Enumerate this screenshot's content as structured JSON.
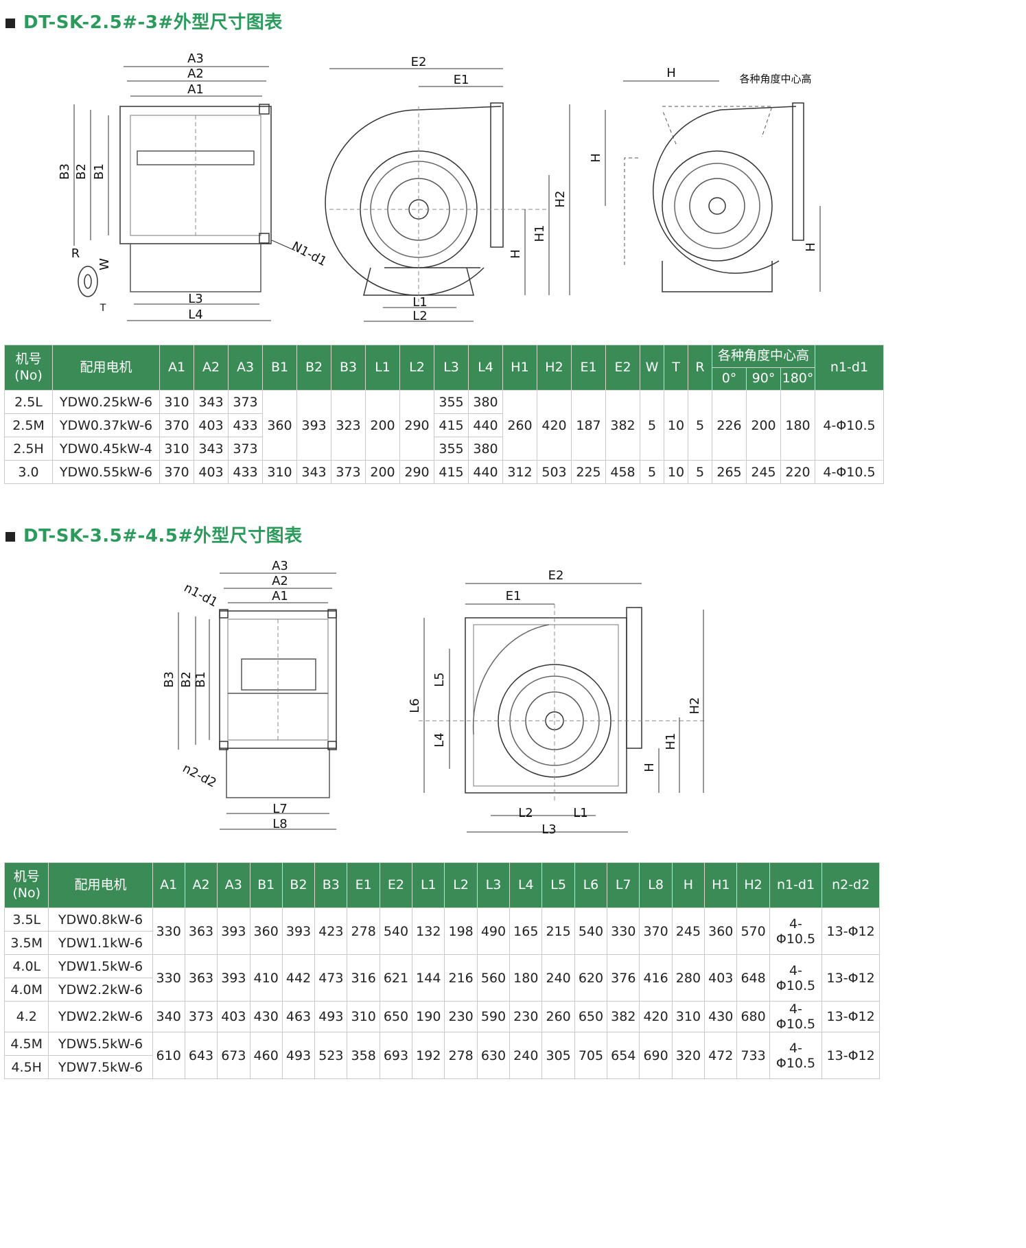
{
  "section1": {
    "title": "DT-SK-2.5#-3#外型尺寸图表",
    "drawing_labels": {
      "a3": "A3",
      "a2": "A2",
      "a1": "A1",
      "b3": "B3",
      "b2": "B2",
      "b1": "B1",
      "n1d1": "N1-d1",
      "r": "R",
      "w": "W",
      "t": "T",
      "l3": "L3",
      "l4": "L4",
      "e2": "E2",
      "e1": "E1",
      "h": "H",
      "h1": "H1",
      "h2": "H2",
      "l1": "L1",
      "l2": "L2",
      "angles_note": "各种角度中心高"
    },
    "table": {
      "machine_header": [
        "机号",
        "(No)"
      ],
      "motor_header": "配用电机",
      "dim_headers": [
        "A1",
        "A2",
        "A3",
        "B1",
        "B2",
        "B3",
        "L1",
        "L2",
        "L3",
        "L4",
        "H1",
        "H2",
        "E1",
        "E2",
        "W",
        "T",
        "R"
      ],
      "angle_group_header": "各种角度中心高",
      "angle_headers": [
        "0°",
        "90°",
        "180°"
      ],
      "n1d1_header": "n1-d1",
      "rows": [
        {
          "no": "2.5L",
          "motor": "YDW0.25kW-6",
          "a1": "310",
          "a2": "343",
          "a3": "373",
          "l3": "355",
          "l4": "380"
        },
        {
          "no": "2.5M",
          "motor": "YDW0.37kW-6",
          "a1": "370",
          "a2": "403",
          "a3": "433",
          "l3": "415",
          "l4": "440"
        },
        {
          "no": "2.5H",
          "motor": "YDW0.45kW-4",
          "a1": "310",
          "a2": "343",
          "a3": "373",
          "l3": "355",
          "l4": "380"
        }
      ],
      "group_shared": {
        "b1": "360",
        "b2": "393",
        "b3": "323",
        "l1": "200",
        "l2": "290",
        "h1": "260",
        "h2": "420",
        "e1": "187",
        "e2": "382",
        "w": "5",
        "t": "10",
        "r": "5",
        "a0": "226",
        "a90": "200",
        "a180": "180",
        "n1d1": "4-Φ10.5"
      },
      "row4": {
        "no": "3.0",
        "motor": "YDW0.55kW-6",
        "a1": "370",
        "a2": "403",
        "a3": "433",
        "b1": "310",
        "b2": "343",
        "b3": "373",
        "l1": "200",
        "l2": "290",
        "l3": "415",
        "l4": "440",
        "h1": "312",
        "h2": "503",
        "e1": "225",
        "e2": "458",
        "w": "5",
        "t": "10",
        "r": "5",
        "a0": "265",
        "a90": "245",
        "a180": "220",
        "n1d1": "4-Φ10.5"
      }
    }
  },
  "section2": {
    "title": "DT-SK-3.5#-4.5#外型尺寸图表",
    "drawing_labels": {
      "a3": "A3",
      "a2": "A2",
      "a1": "A1",
      "n1d1": "n1-d1",
      "n2d2": "n2-d2",
      "b3": "B3",
      "b2": "B2",
      "b1": "B1",
      "l7": "L7",
      "l8": "L8",
      "e2": "E2",
      "e1": "E1",
      "l6": "L6",
      "l5": "L5",
      "l4": "L4",
      "h": "H",
      "h1": "H1",
      "h2": "H2",
      "l2": "L2",
      "l1": "L1",
      "l3": "L3"
    },
    "table": {
      "machine_header": [
        "机号",
        "(No)"
      ],
      "motor_header": "配用电机",
      "dim_headers": [
        "A1",
        "A2",
        "A3",
        "B1",
        "B2",
        "B3",
        "E1",
        "E2",
        "L1",
        "L2",
        "L3",
        "L4",
        "L5",
        "L6",
        "L7",
        "L8",
        "H",
        "H1",
        "H2",
        "n1-d1",
        "n2-d2"
      ],
      "machines": [
        {
          "no": "3.5L",
          "motor": "YDW0.8kW-6"
        },
        {
          "no": "3.5M",
          "motor": "YDW1.1kW-6"
        },
        {
          "no": "4.0L",
          "motor": "YDW1.5kW-6"
        },
        {
          "no": "4.0M",
          "motor": "YDW2.2kW-6"
        },
        {
          "no": "4.2",
          "motor": "YDW2.2kW-6"
        },
        {
          "no": "4.5M",
          "motor": "YDW5.5kW-6"
        },
        {
          "no": "4.5H",
          "motor": "YDW7.5kW-6"
        }
      ],
      "groups": [
        [
          "330",
          "363",
          "393",
          "360",
          "393",
          "423",
          "278",
          "540",
          "132",
          "198",
          "490",
          "165",
          "215",
          "540",
          "330",
          "370",
          "245",
          "360",
          "570",
          "4-Φ10.5",
          "13-Φ12"
        ],
        [
          "330",
          "363",
          "393",
          "410",
          "442",
          "473",
          "316",
          "621",
          "144",
          "216",
          "560",
          "180",
          "240",
          "620",
          "376",
          "416",
          "280",
          "403",
          "648",
          "4-Φ10.5",
          "13-Φ12"
        ],
        [
          "340",
          "373",
          "403",
          "430",
          "463",
          "493",
          "310",
          "650",
          "190",
          "230",
          "590",
          "230",
          "260",
          "650",
          "382",
          "420",
          "310",
          "430",
          "680",
          "4-Φ10.5",
          "13-Φ12"
        ],
        [
          "610",
          "643",
          "673",
          "460",
          "493",
          "523",
          "358",
          "693",
          "192",
          "278",
          "630",
          "240",
          "305",
          "705",
          "654",
          "690",
          "320",
          "472",
          "733",
          "4-Φ10.5",
          "13-Φ12"
        ]
      ]
    }
  }
}
